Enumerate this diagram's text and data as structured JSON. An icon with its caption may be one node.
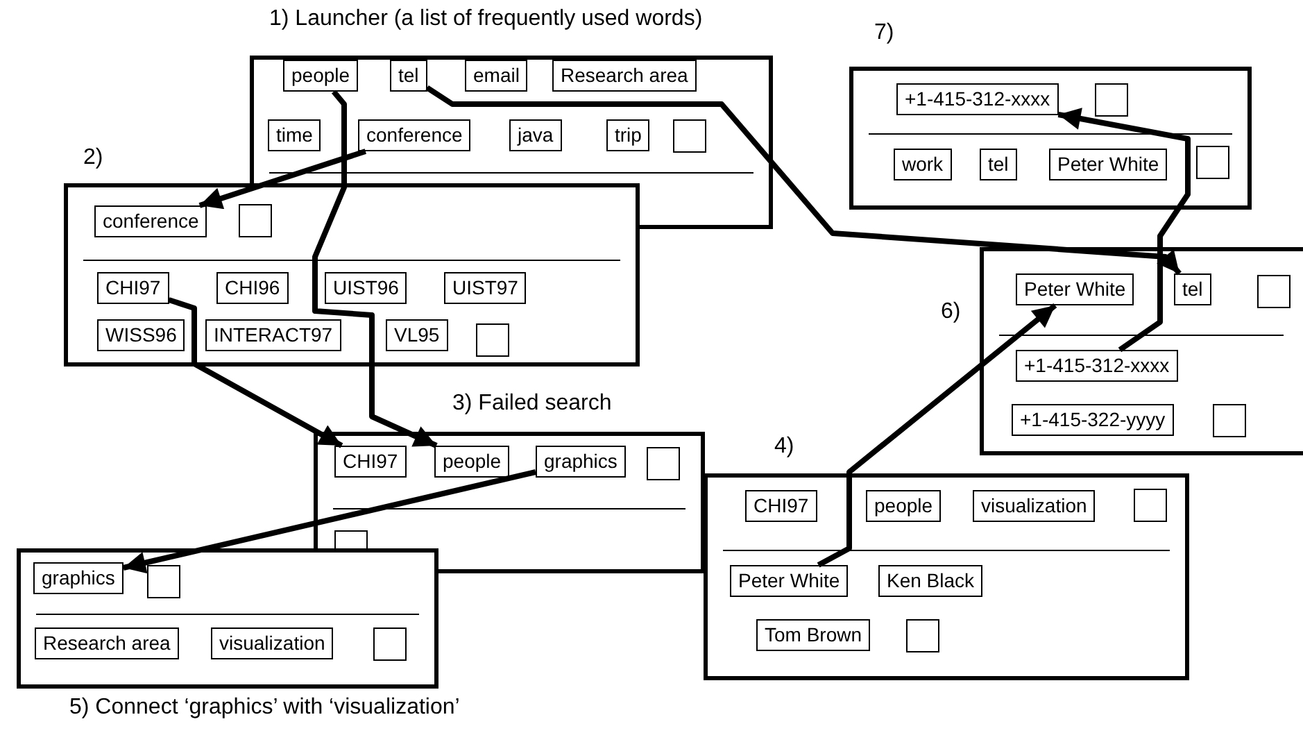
{
  "diagram": {
    "nodes": [
      {
        "text": [
          "1)  Launcher (a list of frequently used words)"
        ]
      },
      {
        "text": [
          "people"
        ],
        "in": 0
      },
      {
        "text": [
          "tel"
        ],
        "in": 0
      },
      {
        "text": [
          "email"
        ],
        "in": 0
      },
      {
        "text": [
          "Research area"
        ],
        "in": 0
      },
      {
        "text": [
          "time"
        ],
        "in": 0
      },
      {
        "text": [
          "conference"
        ],
        "in": 0
      },
      {
        "text": [
          "java"
        ],
        "in": 0
      },
      {
        "text": [
          "trip"
        ],
        "in": 0
      },
      {
        "text": [],
        "shape": "box",
        "in": 0
      },
      {
        "text": [
          "2)"
        ]
      },
      {
        "text": [
          "conference"
        ],
        "in": 10
      },
      {
        "text": [],
        "shape": "box",
        "in": 10
      },
      {
        "text": [
          "CHI97"
        ],
        "in": 10
      },
      {
        "text": [
          "CHI96"
        ],
        "in": 10
      },
      {
        "text": [
          "UIST96"
        ],
        "in": 10
      },
      {
        "text": [
          "UIST97"
        ],
        "in": 10
      },
      {
        "text": [
          "WISS96"
        ],
        "in": 10
      },
      {
        "text": [
          "INTERACT97"
        ],
        "in": 10
      },
      {
        "text": [
          "VL95"
        ],
        "in": 10
      },
      {
        "text": [],
        "shape": "box",
        "in": 10
      },
      {
        "text": [
          "3) Failed search"
        ]
      },
      {
        "text": [
          "CHI97"
        ],
        "in": 21
      },
      {
        "text": [
          "people"
        ],
        "in": 21
      },
      {
        "text": [
          "graphics"
        ],
        "in": 21
      },
      {
        "text": [],
        "shape": "box",
        "in": 21
      },
      {
        "text": [],
        "shape": "box",
        "in": 21
      },
      {
        "text": [
          "5) Connect ‘graphics’ with ‘visualization’"
        ]
      },
      {
        "text": [
          "graphics"
        ],
        "in": 27
      },
      {
        "text": [],
        "shape": "box",
        "in": 27
      },
      {
        "text": [
          "Research area"
        ],
        "in": 27
      },
      {
        "text": [
          "visualization"
        ],
        "in": 27
      },
      {
        "text": [],
        "shape": "box",
        "in": 27
      },
      {
        "text": [
          "4)"
        ]
      },
      {
        "text": [
          "CHI97"
        ],
        "in": 33
      },
      {
        "text": [
          "people"
        ],
        "in": 33
      },
      {
        "text": [
          "visualization"
        ],
        "in": 33
      },
      {
        "text": [],
        "shape": "box",
        "in": 33
      },
      {
        "text": [
          "Peter White"
        ],
        "in": 33
      },
      {
        "text": [
          "Ken Black"
        ],
        "in": 33
      },
      {
        "text": [
          "Tom Brown"
        ],
        "in": 33
      },
      {
        "text": [],
        "shape": "box",
        "in": 33
      },
      {
        "text": [
          "6)"
        ]
      },
      {
        "text": [
          "Peter White"
        ],
        "in": 42
      },
      {
        "text": [
          "tel"
        ],
        "in": 42
      },
      {
        "text": [],
        "shape": "box",
        "in": 42
      },
      {
        "text": [
          "+1-415-312-xxxx"
        ],
        "in": 42
      },
      {
        "text": [
          "+1-415-322-yyyy"
        ],
        "in": 42
      },
      {
        "text": [],
        "shape": "box",
        "in": 42
      },
      {
        "text": [
          "7)"
        ]
      },
      {
        "text": [
          "+1-415-312-xxxx"
        ],
        "in": 49
      },
      {
        "text": [],
        "shape": "box",
        "in": 49
      },
      {
        "text": [
          "work"
        ],
        "in": 49
      },
      {
        "text": [
          "tel"
        ],
        "in": 49
      },
      {
        "text": [
          "Peter White"
        ],
        "in": 49
      },
      {
        "text": [],
        "shape": "box",
        "in": 49
      }
    ],
    "edges": [
      {
        "from": 6,
        "to": 11,
        "arrow": "to"
      },
      {
        "from": 1,
        "to": 23,
        "arrow": "to"
      },
      {
        "from": 2,
        "to": 44,
        "arrow": "to"
      },
      {
        "from": 13,
        "to": 22,
        "arrow": "to"
      },
      {
        "from": 24,
        "to": 28,
        "arrow": "to"
      },
      {
        "from": 38,
        "to": 43,
        "arrow": "to"
      },
      {
        "from": 46,
        "to": 50,
        "arrow": "to"
      }
    ]
  }
}
